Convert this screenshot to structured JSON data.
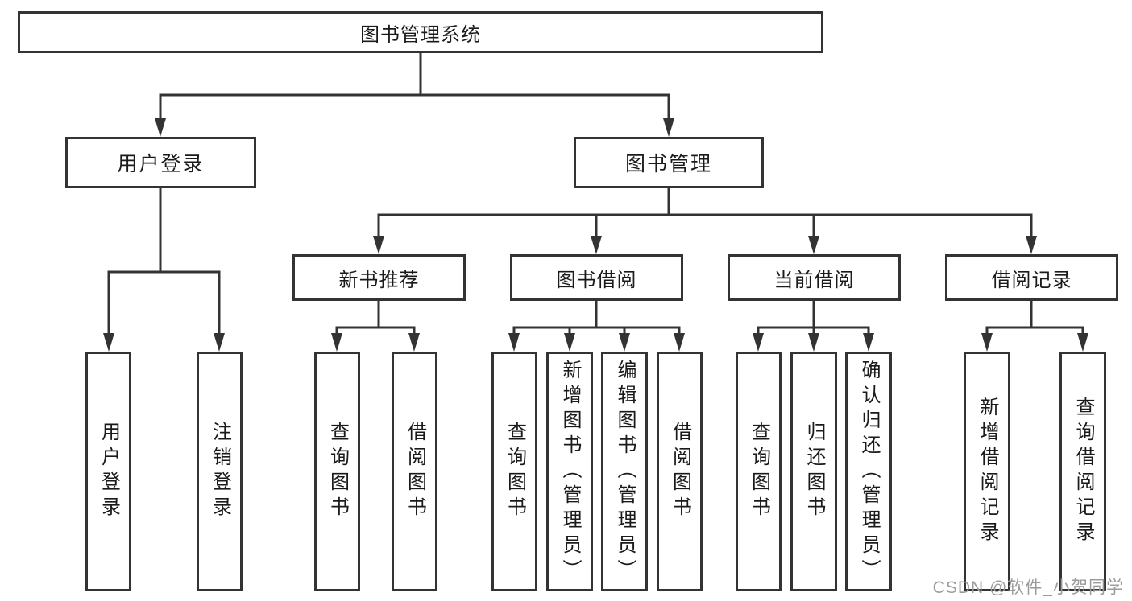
{
  "tree": {
    "root": {
      "label": "图书管理系统",
      "children": [
        {
          "label": "用户登录",
          "children": [
            {
              "label": "用户登录"
            },
            {
              "label": "注销登录"
            }
          ]
        },
        {
          "label": "图书管理",
          "children": [
            {
              "label": "新书推荐",
              "children": [
                {
                  "label": "查询图书"
                },
                {
                  "label": "借阅图书"
                }
              ]
            },
            {
              "label": "图书借阅",
              "children": [
                {
                  "label": "查询图书"
                },
                {
                  "label": "新增图书（管理员）"
                },
                {
                  "label": "编辑图书（管理员）"
                },
                {
                  "label": "借阅图书"
                }
              ]
            },
            {
              "label": "当前借阅",
              "children": [
                {
                  "label": "查询图书"
                },
                {
                  "label": "归还图书"
                },
                {
                  "label": "确认归还（管理员）"
                }
              ]
            },
            {
              "label": "借阅记录",
              "children": [
                {
                  "label": "新增借阅记录"
                },
                {
                  "label": "查询借阅记录"
                }
              ]
            }
          ]
        }
      ]
    }
  },
  "watermark": {
    "text": "CSDN @软件_小贺同学",
    "color": "#9b9b9b"
  },
  "colors": {
    "line": "#333333",
    "box_border": "#333333",
    "text": "#1a1a1a",
    "background": "#ffffff"
  }
}
